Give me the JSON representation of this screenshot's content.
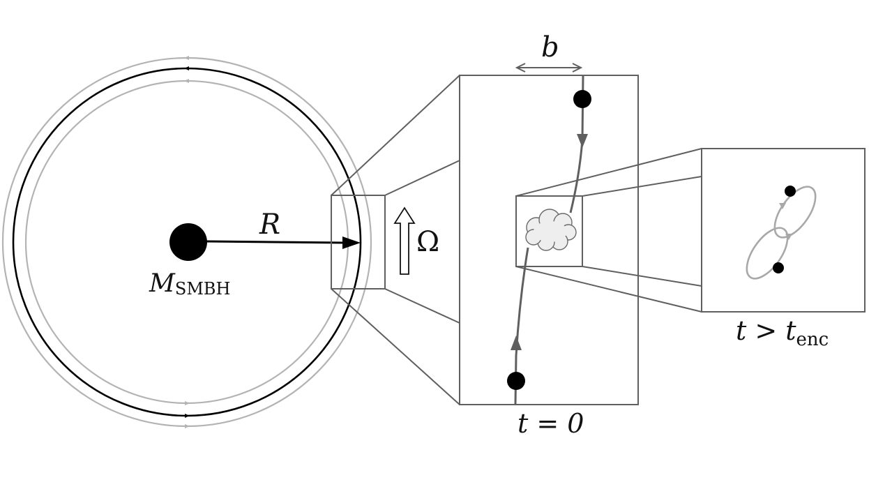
{
  "labels": {
    "mass_main": "M",
    "mass_sub": "SMBH",
    "radius": "R",
    "omega": "Ω",
    "impact": "b",
    "t_zero": "t = 0",
    "t_late_main": "t > t",
    "t_late_sub": "enc"
  },
  "colors": {
    "black": "#000000",
    "dark_gray": "#5f5f5f",
    "light_gray": "#b3b3b3",
    "cloud_fill": "#eeeeee",
    "background": "#ffffff"
  }
}
